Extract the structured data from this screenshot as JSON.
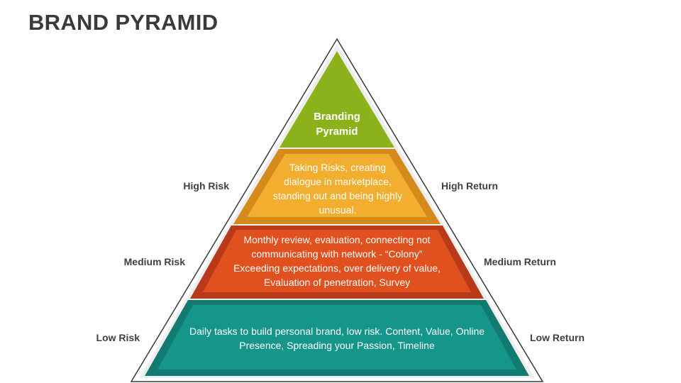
{
  "title": "BRAND PYRAMID",
  "apex": {
    "text": "Branding Pyramid",
    "color": "#8bb21b"
  },
  "levels": [
    {
      "text": "Taking Risks, creating dialogue in marketplace, standing out and being highly unusual.",
      "left_label": "High Risk",
      "right_label": "High Return",
      "color": "#f2ae2f",
      "border": "#d68a1c"
    },
    {
      "text": "Monthly review, evaluation, connecting not communicating with network - “Colony” Exceeding expectations, over delivery of value, Evaluation of penetration, Survey",
      "left_label": "Medium Risk",
      "right_label": "Medium Return",
      "color": "#e1501f",
      "border": "#b93a1a"
    },
    {
      "text": "Daily tasks to build personal brand, low risk. Content, Value, Online Presence, Spreading your Passion, Timeline",
      "left_label": "Low Risk",
      "right_label": "Low Return",
      "color": "#16958a",
      "border": "#117b72"
    }
  ],
  "outline_color": "#d9d9d9"
}
